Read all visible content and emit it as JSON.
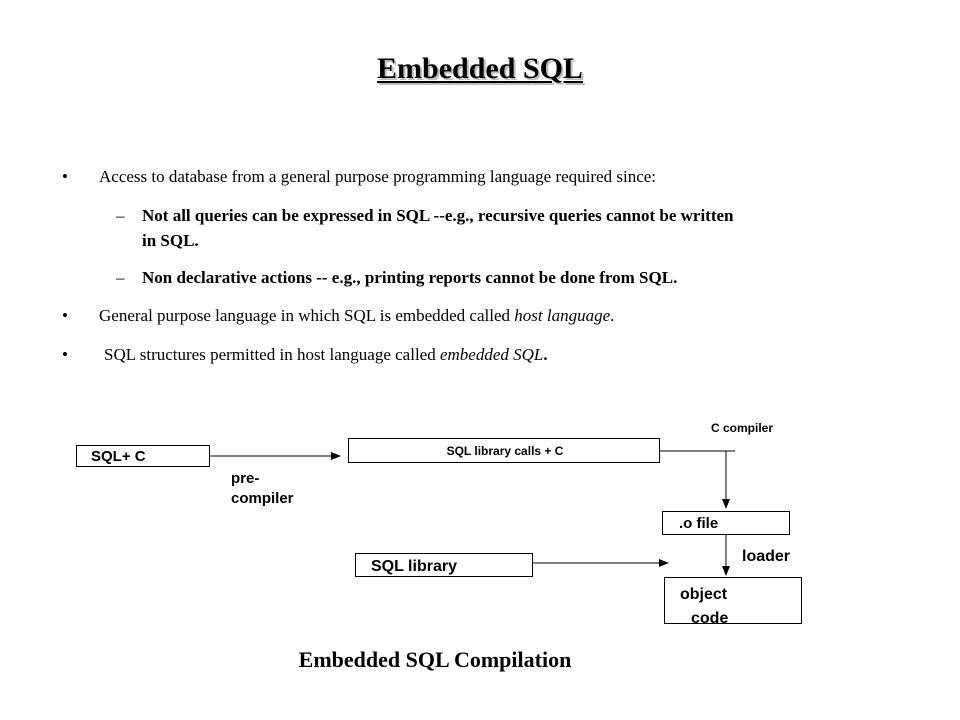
{
  "title": "Embedded SQL",
  "bullets": {
    "b1": "Access to database from a general purpose programming language required since:",
    "b1_sub1_line1": "Not all queries can be expressed in SQL --e.g., recursive queries cannot be written",
    "b1_sub1_line2": "in SQL.",
    "b1_sub2": "Non declarative actions -- e.g., printing reports cannot be done from SQL.",
    "b2_prefix": "General purpose language in which SQL is embedded called ",
    "b2_em": "host language",
    "b2_suffix": ".",
    "b3_prefix": "SQL structures permitted in host language called ",
    "b3_em": "embedded SQL",
    "b3_suffix": ".",
    "bullet_glyph": "•",
    "dash_glyph": "–"
  },
  "diagram": {
    "sql_c": "SQL+ C",
    "precompiler_line1": "pre-",
    "precompiler_line2": "compiler",
    "sql_library_calls": "SQL library calls + C",
    "c_compiler": "C compiler",
    "o_file": ".o file",
    "loader": "loader",
    "sql_library": "SQL library",
    "object_code_line1": "object",
    "object_code_line2": "code",
    "caption": "Embedded SQL Compilation"
  }
}
